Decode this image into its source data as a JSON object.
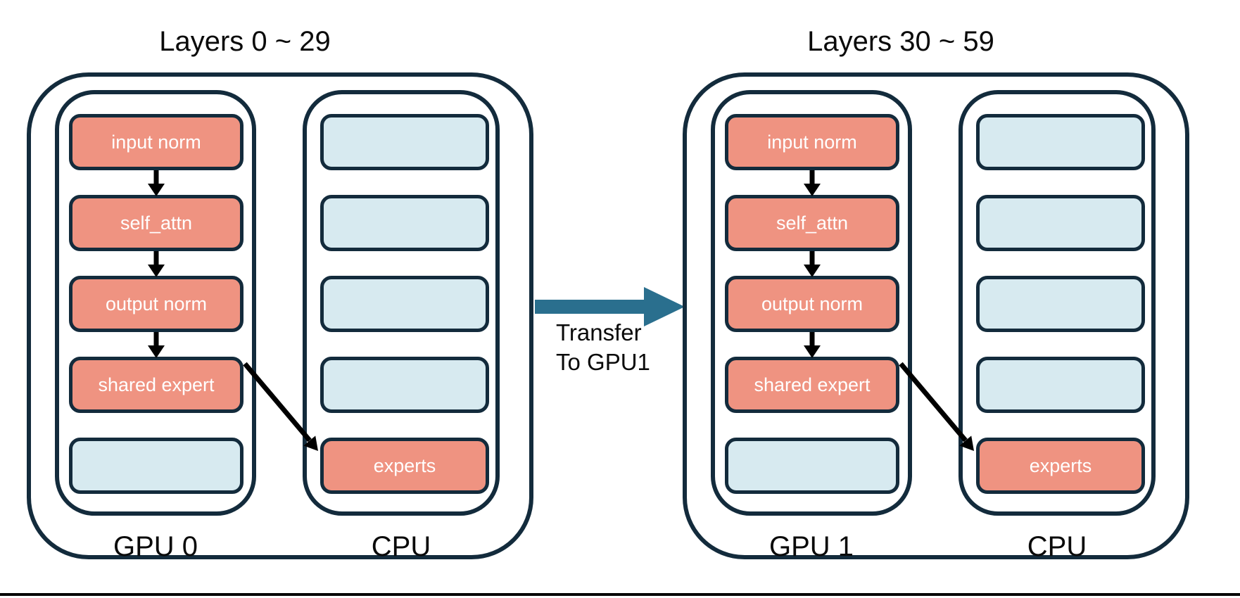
{
  "diagram": {
    "colors": {
      "navy": "#132B3C",
      "salmon": "#EF9381",
      "lightblue": "#D7EAF0",
      "steel": "#2A6F8E",
      "ink": "#0a0a0a"
    },
    "transfer": {
      "line1": "Transfer",
      "line2": "To GPU1"
    },
    "groups": [
      {
        "title": "Layers 0 ~ 29",
        "gpu": {
          "label": "GPU 0",
          "boxes": [
            {
              "label": "input norm"
            },
            {
              "label": "self_attn"
            },
            {
              "label": "output norm"
            },
            {
              "label": "shared expert"
            },
            {
              "label": ""
            }
          ]
        },
        "cpu": {
          "label": "CPU",
          "boxes": [
            {
              "label": ""
            },
            {
              "label": ""
            },
            {
              "label": ""
            },
            {
              "label": ""
            },
            {
              "label": "experts"
            }
          ]
        }
      },
      {
        "title": "Layers 30 ~ 59",
        "gpu": {
          "label": "GPU 1",
          "boxes": [
            {
              "label": "input norm"
            },
            {
              "label": "self_attn"
            },
            {
              "label": "output norm"
            },
            {
              "label": "shared expert"
            },
            {
              "label": ""
            }
          ]
        },
        "cpu": {
          "label": "CPU",
          "boxes": [
            {
              "label": ""
            },
            {
              "label": ""
            },
            {
              "label": ""
            },
            {
              "label": ""
            },
            {
              "label": "experts"
            }
          ]
        }
      }
    ]
  }
}
